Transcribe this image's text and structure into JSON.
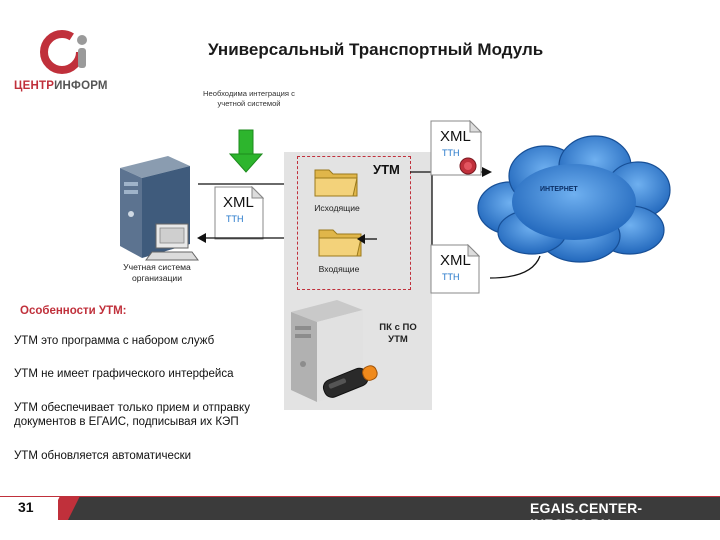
{
  "logo": {
    "prefix": "ЦЕНТР",
    "suffix": "ИНФОРМ"
  },
  "title": "Универсальный Транспортный Модуль",
  "integration_note": "Необходима интеграция с учетной системой",
  "server_caption": "Учетная система организации",
  "utm_label": "УТМ",
  "outgoing_label": "Исходящие",
  "incoming_label": "Входящие",
  "xml_label": "XML",
  "ttn_label": "ТТН",
  "internet_label": "ИНТЕРНЕТ",
  "pc_label": "ПК с ПО УТМ",
  "features_title": "Особенности УТМ:",
  "features": [
    "УТМ это программа с набором служб",
    "УТМ не имеет графического интерфейса",
    "УТМ обеспечивает только прием и отправку документов в ЕГАИС, подписывая их КЭП",
    "УТМ обновляется автоматически"
  ],
  "page_number": "31",
  "website": "EGAIS.CENTER-INFORM.RU",
  "colors": {
    "brand_red": "#c0303b",
    "dark_bar": "#3b3b3b",
    "cloud_blue": "#2f7fd6",
    "arrow_green": "#2db52d",
    "ttn_blue": "#1f74c9"
  }
}
